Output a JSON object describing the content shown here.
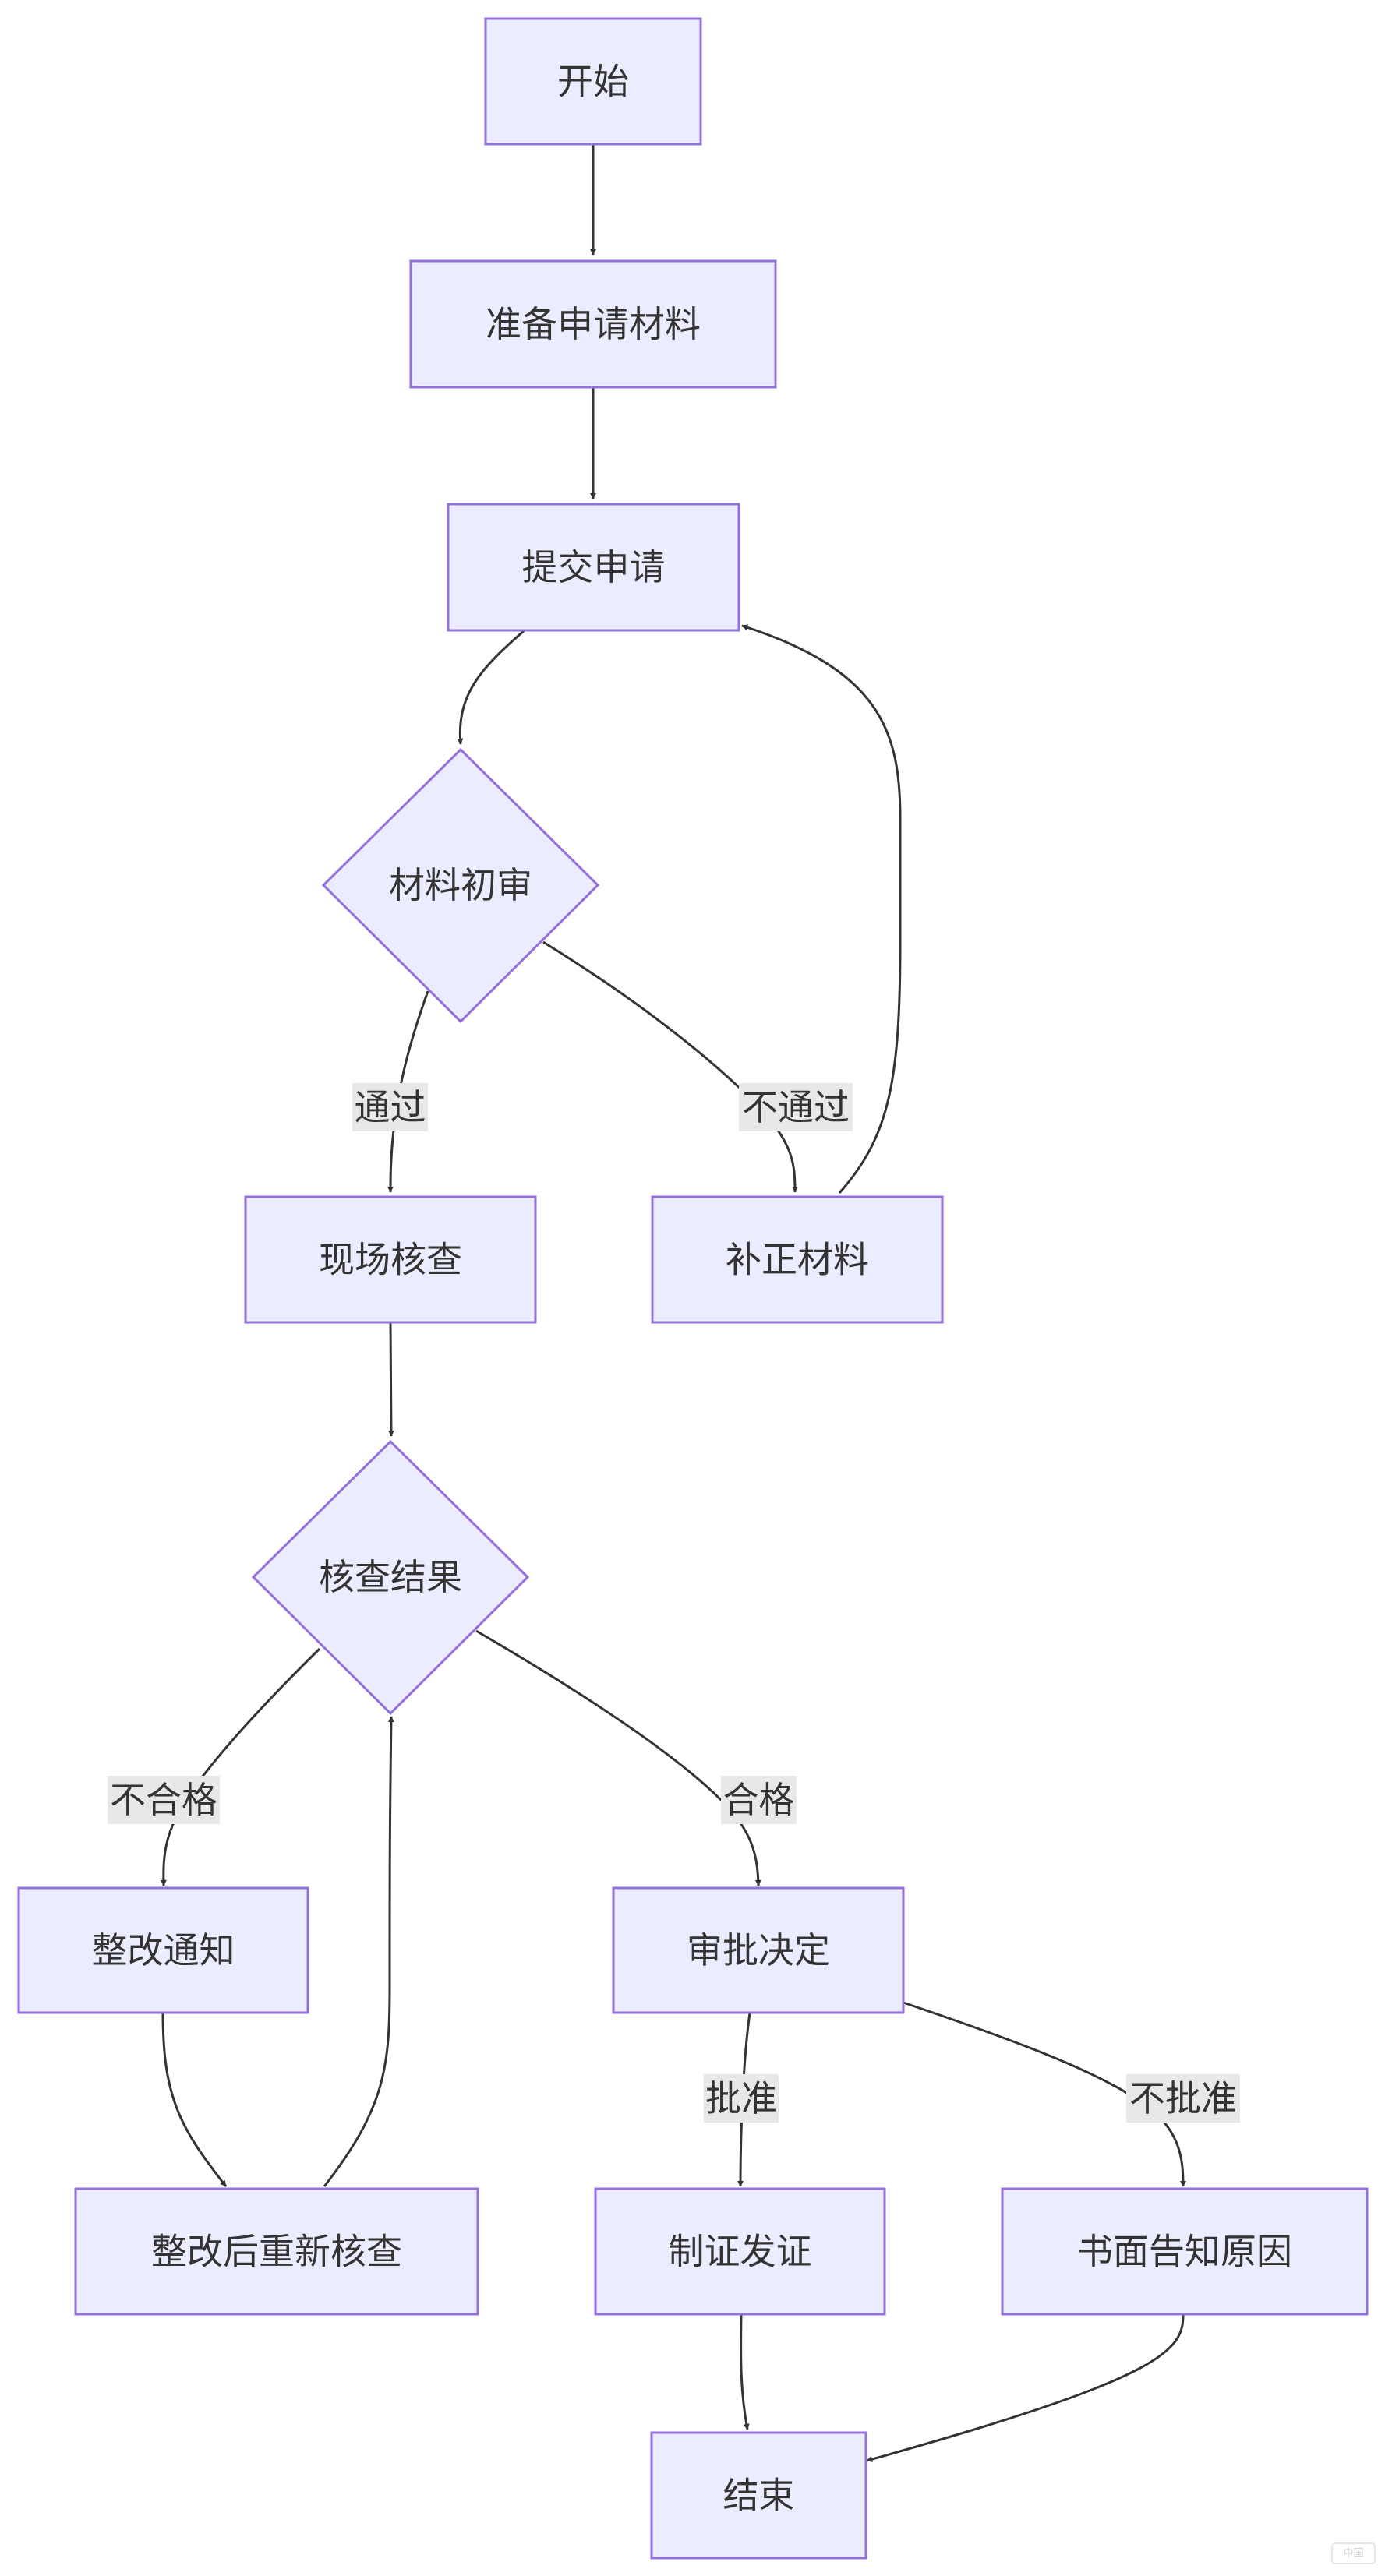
{
  "diagram": {
    "type": "flowchart",
    "colors": {
      "node_fill": "#ECECFF",
      "node_stroke": "#9370DB",
      "edge": "#333333",
      "edge_label_bg": "#E8E8E8",
      "text": "#333333"
    },
    "nodes": {
      "start": {
        "label": "开始",
        "shape": "rect"
      },
      "prepare": {
        "label": "准备申请材料",
        "shape": "rect"
      },
      "submit": {
        "label": "提交申请",
        "shape": "rect"
      },
      "review": {
        "label": "材料初审",
        "shape": "diamond"
      },
      "onsite": {
        "label": "现场核查",
        "shape": "rect"
      },
      "supplement": {
        "label": "补正材料",
        "shape": "rect"
      },
      "check_result": {
        "label": "核查结果",
        "shape": "diamond"
      },
      "rectify_notice": {
        "label": "整改通知",
        "shape": "rect"
      },
      "approval": {
        "label": "审批决定",
        "shape": "rect"
      },
      "recheck": {
        "label": "整改后重新核查",
        "shape": "rect"
      },
      "certificate": {
        "label": "制证发证",
        "shape": "rect"
      },
      "written_notice": {
        "label": "书面告知原因",
        "shape": "rect"
      },
      "end": {
        "label": "结束",
        "shape": "rect"
      }
    },
    "edges": [
      {
        "from": "start",
        "to": "prepare",
        "label": ""
      },
      {
        "from": "prepare",
        "to": "submit",
        "label": ""
      },
      {
        "from": "submit",
        "to": "review",
        "label": ""
      },
      {
        "from": "review",
        "to": "onsite",
        "label": "通过"
      },
      {
        "from": "review",
        "to": "supplement",
        "label": "不通过"
      },
      {
        "from": "supplement",
        "to": "submit",
        "label": ""
      },
      {
        "from": "onsite",
        "to": "check_result",
        "label": ""
      },
      {
        "from": "check_result",
        "to": "rectify_notice",
        "label": "不合格"
      },
      {
        "from": "check_result",
        "to": "approval",
        "label": "合格"
      },
      {
        "from": "rectify_notice",
        "to": "recheck",
        "label": ""
      },
      {
        "from": "recheck",
        "to": "check_result",
        "label": ""
      },
      {
        "from": "approval",
        "to": "certificate",
        "label": "批准"
      },
      {
        "from": "approval",
        "to": "written_notice",
        "label": "不批准"
      },
      {
        "from": "certificate",
        "to": "end",
        "label": ""
      },
      {
        "from": "written_notice",
        "to": "end",
        "label": ""
      }
    ]
  },
  "watermark": {
    "text": "中国"
  }
}
